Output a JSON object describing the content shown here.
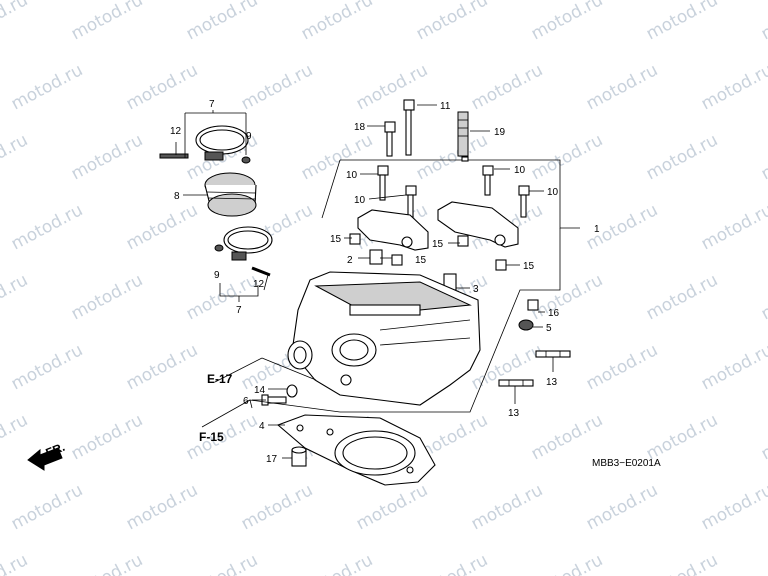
{
  "watermark": "motod.ru",
  "diagram_code": "MBB3−E0201A",
  "direction_label": "FR.",
  "references": [
    "E-17",
    "F-15"
  ],
  "callouts": {
    "c1": "1",
    "c2": "2",
    "c3": "3",
    "c4": "4",
    "c5": "5",
    "c6": "6",
    "c7a": "7",
    "c7b": "7",
    "c8": "8",
    "c9a": "9",
    "c9b": "9",
    "c10a": "10",
    "c10b": "10",
    "c10c": "10",
    "c10d": "10",
    "c11": "11",
    "c12a": "12",
    "c12b": "12",
    "c13a": "13",
    "c13b": "13",
    "c14": "14",
    "c15a": "15",
    "c15b": "15",
    "c15c": "15",
    "c15d": "15",
    "c16": "16",
    "c17": "17",
    "c18": "18",
    "c19": "19"
  }
}
